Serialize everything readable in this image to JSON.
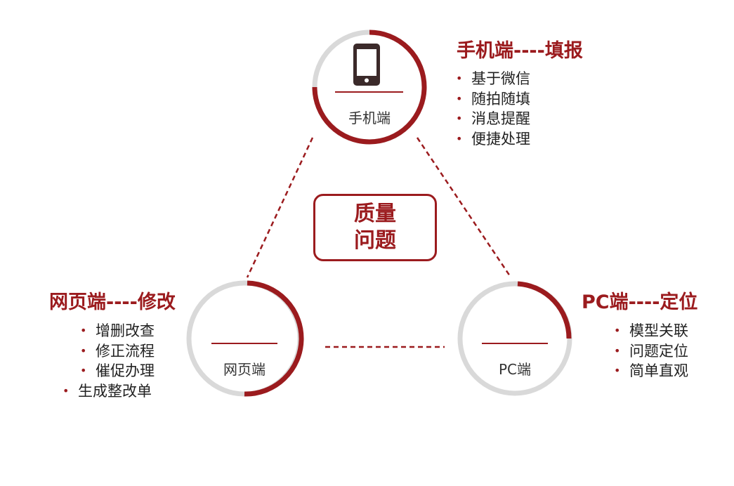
{
  "center": {
    "line1": "质量",
    "line2": "问题"
  },
  "mobile": {
    "label": "手机端",
    "title": "手机端----填报",
    "bullets": [
      "基于微信",
      "随拍随填",
      "消息提醒",
      "便捷处理"
    ]
  },
  "web": {
    "label": "网页端",
    "title": "网页端----修改",
    "bullets": [
      "增删改查",
      "修正流程",
      "催促办理",
      "生成整改单"
    ]
  },
  "pc": {
    "label": "PC端",
    "title": "PC端----定位",
    "bullets": [
      "模型关联",
      "问题定位",
      "简单直观"
    ]
  },
  "colors": {
    "accent": "#9b1b1e",
    "ring": "#d9d9d9",
    "icon": "#3b2a2a"
  },
  "icons": {
    "mobile": "smartphone-icon"
  }
}
